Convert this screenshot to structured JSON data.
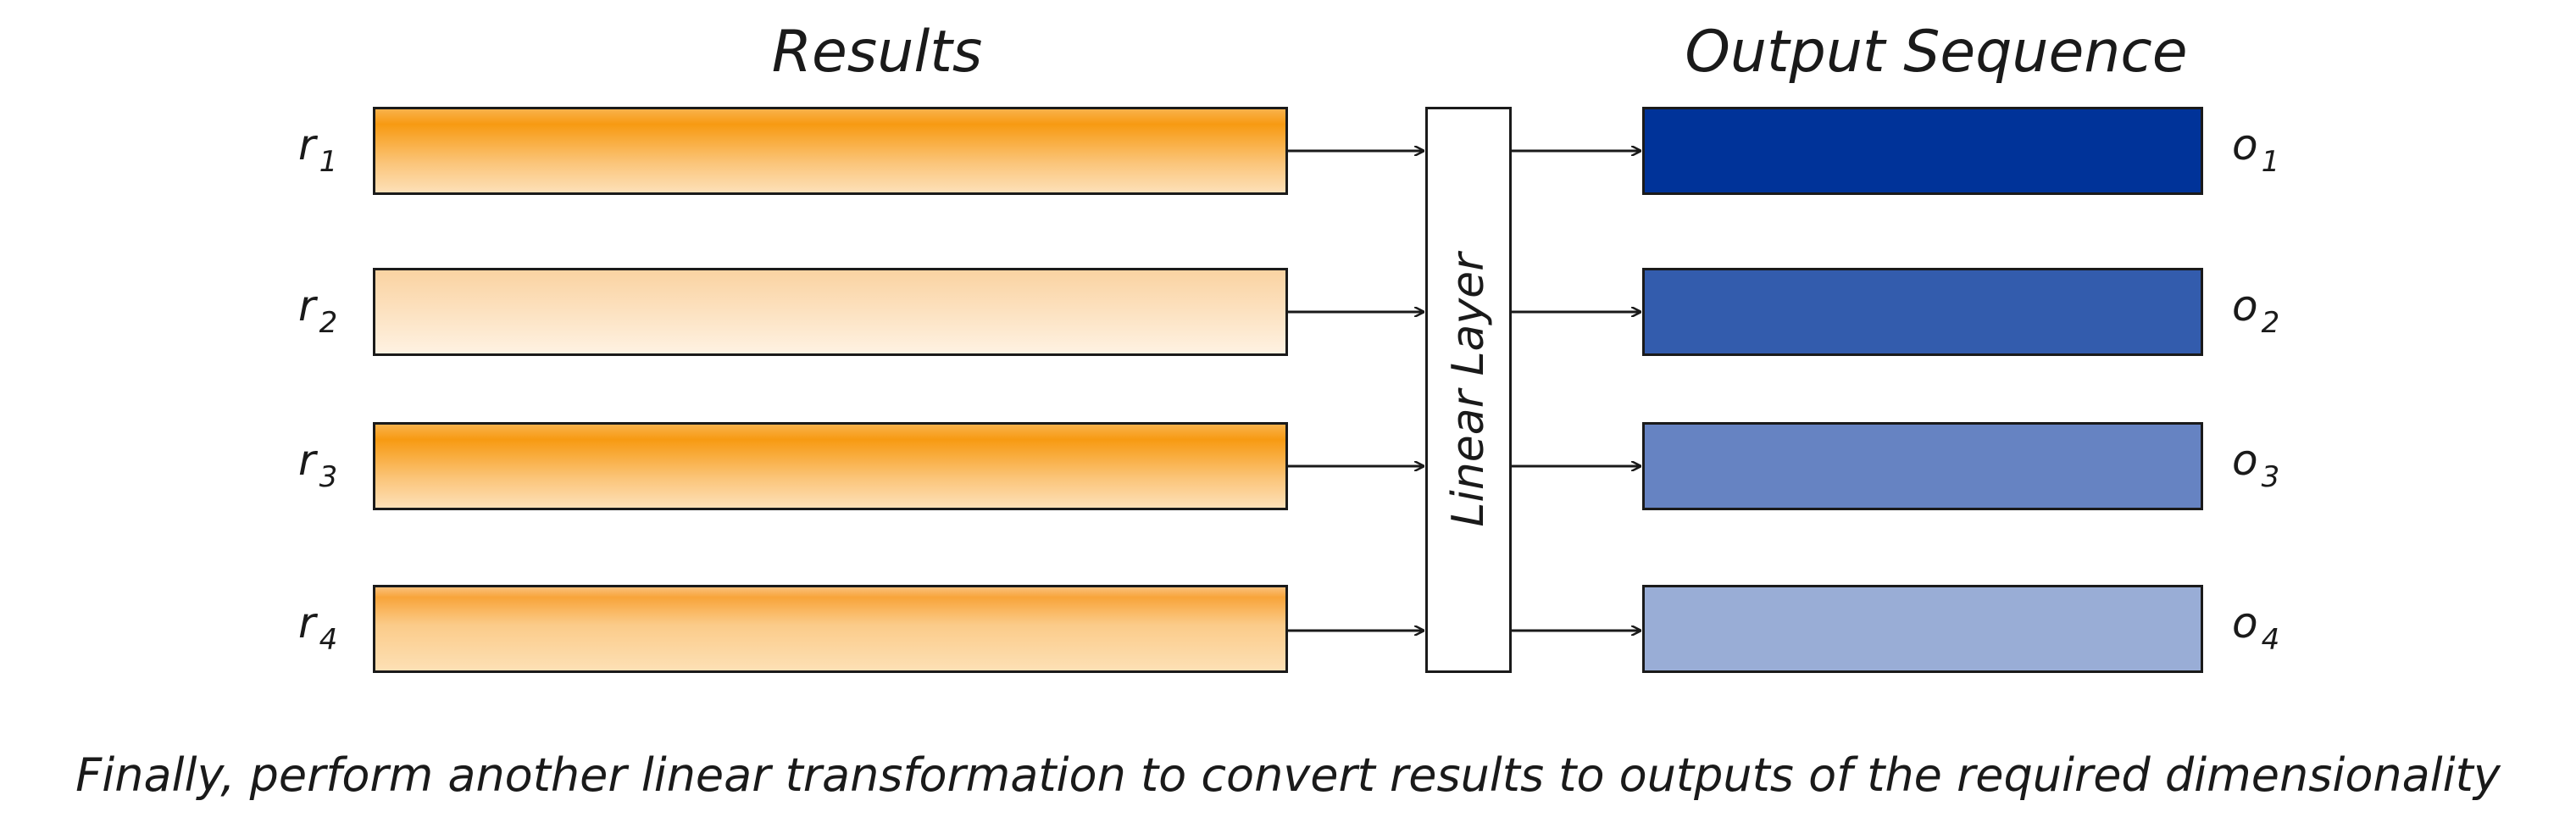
{
  "headers": {
    "results": "Results",
    "outputs": "Output Sequence"
  },
  "linear_layer": "Linear Layer",
  "results": [
    {
      "var": "r",
      "sub": "1",
      "tone": "strong"
    },
    {
      "var": "r",
      "sub": "2",
      "tone": "light"
    },
    {
      "var": "r",
      "sub": "3",
      "tone": "strong"
    },
    {
      "var": "r",
      "sub": "4",
      "tone": "mid"
    }
  ],
  "outputs": [
    {
      "var": "o",
      "sub": "1",
      "color": "#003399"
    },
    {
      "var": "o",
      "sub": "2",
      "color": "#335CAD"
    },
    {
      "var": "o",
      "sub": "3",
      "color": "#6683C2"
    },
    {
      "var": "o",
      "sub": "4",
      "color": "#99ADD6"
    }
  ],
  "caption": "Finally, perform another linear transformation to convert results to outputs of the required dimensionality"
}
